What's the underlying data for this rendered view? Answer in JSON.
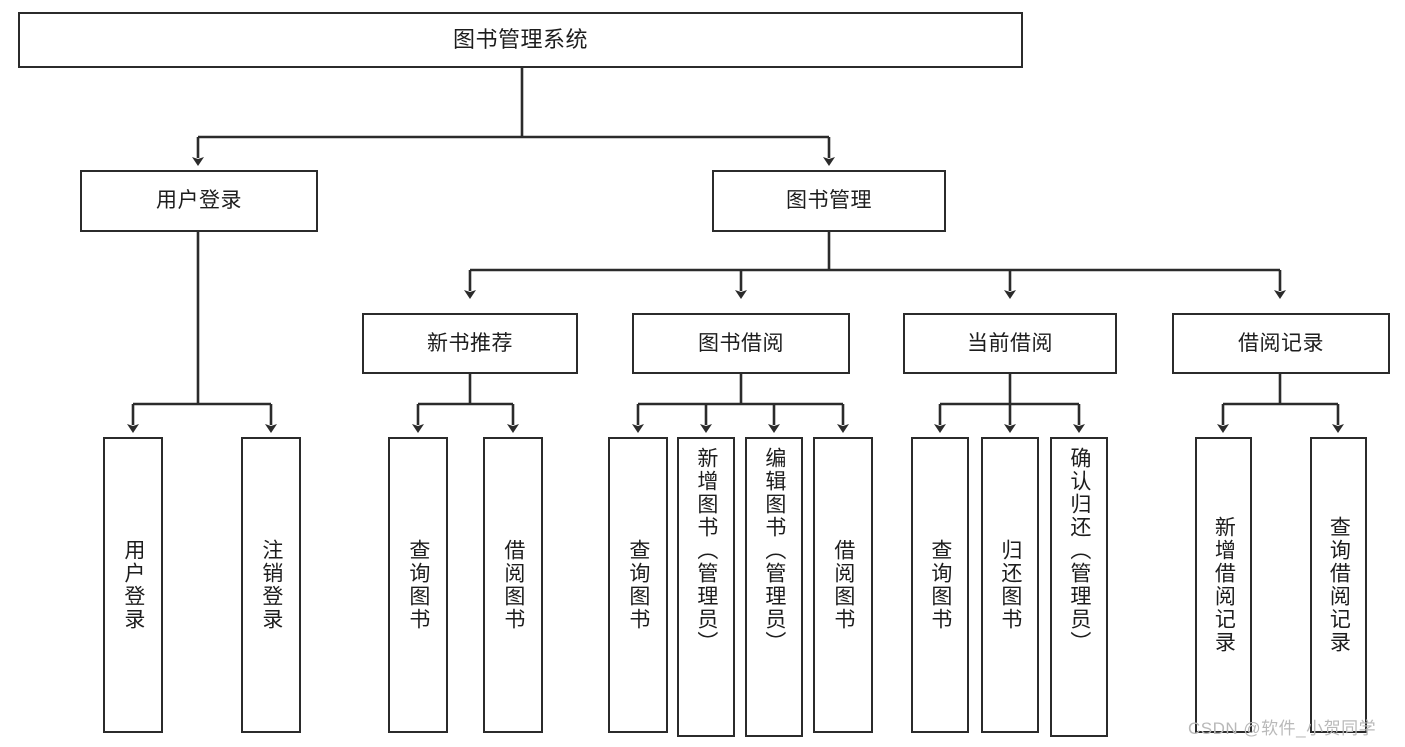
{
  "diagram": {
    "type": "tree-hierarchy",
    "title": "图书管理系统",
    "root": {
      "label": "图书管理系统"
    },
    "level2": [
      {
        "label": "用户登录"
      },
      {
        "label": "图书管理"
      }
    ],
    "level3": [
      {
        "label": "新书推荐"
      },
      {
        "label": "图书借阅"
      },
      {
        "label": "当前借阅"
      },
      {
        "label": "借阅记录"
      }
    ],
    "leaves": {
      "user_login": [
        {
          "label": "用户登录"
        },
        {
          "label": "注销登录"
        }
      ],
      "new_book_recommend": [
        {
          "label": "查询图书"
        },
        {
          "label": "借阅图书"
        }
      ],
      "book_borrow": [
        {
          "label": "查询图书"
        },
        {
          "label": "新增图书（管理员）"
        },
        {
          "label": "编辑图书（管理员）"
        },
        {
          "label": "借阅图书"
        }
      ],
      "current_borrow": [
        {
          "label": "查询图书"
        },
        {
          "label": "归还图书"
        },
        {
          "label": "确认归还（管理员）"
        }
      ],
      "borrow_record": [
        {
          "label": "新增借阅记录"
        },
        {
          "label": "查询借阅记录"
        }
      ]
    }
  },
  "watermark": {
    "text": "CSDN @软件_小贺同学"
  },
  "colors": {
    "stroke": "#2b2b2b",
    "fill": "#ffffff",
    "text": "#1d1d1d",
    "watermark": "#b9b9b9"
  }
}
